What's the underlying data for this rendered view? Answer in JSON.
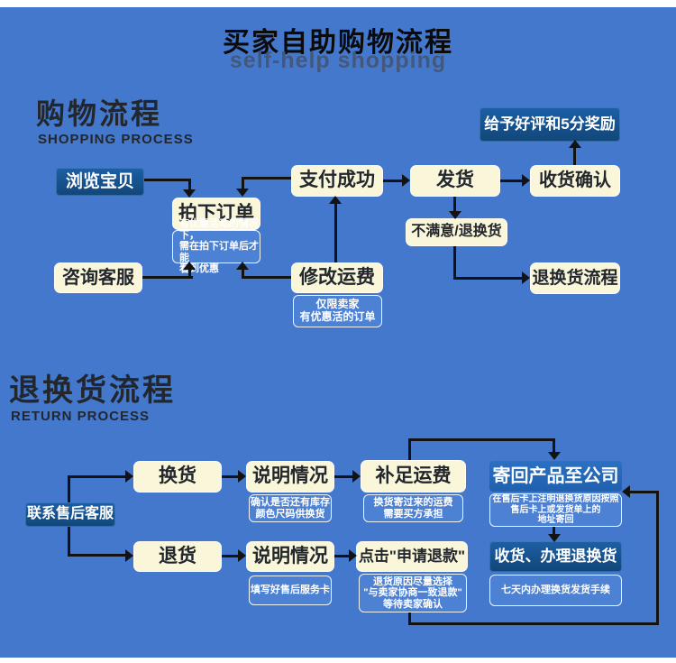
{
  "header": {
    "title": "买家自助购物流程",
    "subtitle": "self-help shopping"
  },
  "shopping_process": {
    "heading": "购物流程",
    "heading_en": "SHOPPING PROCESS",
    "nodes": {
      "browse": {
        "label": "浏览宝贝"
      },
      "consult": {
        "label": "咨询客服"
      },
      "place_order": {
        "label": "拍下订单",
        "note": "有优惠活动的情况下，\n需在拍下订单后才能\n看到优惠"
      },
      "pay_success": {
        "label": "支付成功"
      },
      "modify_freight": {
        "label": "修改运费",
        "note": "仅限卖家\n有优惠活的订单"
      },
      "ship": {
        "label": "发货"
      },
      "unsatisfied": {
        "label": "不满意/退换货"
      },
      "confirm_receipt": {
        "label": "收货确认"
      },
      "praise": {
        "label": "给予好评和5分奖励"
      },
      "return_flow": {
        "label": "退换货流程"
      }
    }
  },
  "return_process": {
    "heading": "退换货流程",
    "heading_en": "RETURN PROCESS",
    "nodes": {
      "contact": {
        "label": "联系售后客服"
      },
      "exchange": {
        "label": "换货"
      },
      "explain_exchange": {
        "label": "说明情况",
        "note": "确认是否还有库存\n颜色尺码供换货"
      },
      "topup_freight": {
        "label": "补足运费",
        "note": "换货寄过来的运费\n需要买方承担"
      },
      "send_back": {
        "label": "寄回产品至公司",
        "note": "在售后卡上注明退换货原因按照\n售后卡上或发货单上的\n地址寄回"
      },
      "return_goods": {
        "label": "退货"
      },
      "explain_return": {
        "label": "说明情况",
        "note": "填写好售后服务卡"
      },
      "apply_refund": {
        "label": "点击\"申请退款\"",
        "note": "退货原因尽量选择\n\"与卖家协商一致退款\"\n等待卖家确认"
      },
      "handle": {
        "label": "收货、办理退换货",
        "note": "七天内办理换货发货手续"
      }
    }
  },
  "colors": {
    "background": "#4478cc",
    "navy_box": "#16528f",
    "blue_box": "#2467b5",
    "cream_box": "#faf6da",
    "note_box": "#4d81d3",
    "arrow": "#131313",
    "subtitle_text": "#44587a",
    "heading_text": "#22272e"
  }
}
